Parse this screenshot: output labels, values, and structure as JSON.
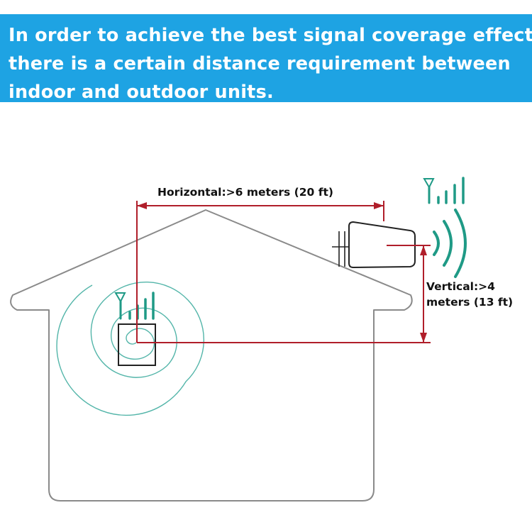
{
  "banner": {
    "lines": [
      "In order to achieve the best signal coverage effect,",
      "there is a certain distance requirement between",
      "indoor and outdoor units."
    ]
  },
  "diagram": {
    "horizontal_label": "Horizontal:>6 meters (20 ft)",
    "vertical_label_line1": "Vertical:>4",
    "vertical_label_line2": "meters (13 ft)"
  },
  "colors": {
    "banner_bg": "#1ea3e3",
    "banner_text": "#ffffff",
    "house_outline": "#8a8a8a",
    "measure_line": "#b01e2a",
    "signal": "#1f9a86",
    "device": "#222222"
  },
  "icons": [
    "indoor-antenna-icon",
    "outdoor-antenna-icon",
    "signal-waves-icon",
    "signal-bars-icon"
  ]
}
